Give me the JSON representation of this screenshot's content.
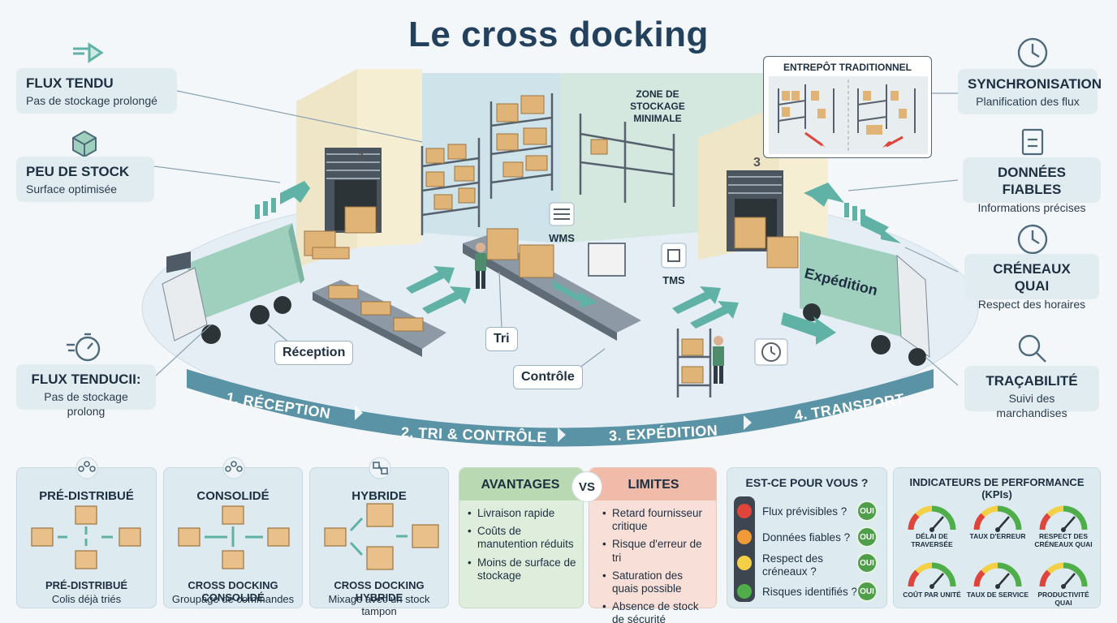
{
  "title": "Le cross docking",
  "left_cards": [
    {
      "title": "FLUX TENDU",
      "subtitle": "Pas de stockage prolongé"
    },
    {
      "title": "PEU DE STOCK",
      "subtitle": "Surface optimisée"
    },
    {
      "title": "FLUX TENDUCII:",
      "subtitle": "Pas de stockage prolong"
    }
  ],
  "right_cards": [
    {
      "title": "SYNCHRONISATION",
      "subtitle": "Planification des flux"
    },
    {
      "title": "DONNÉES FIABLES",
      "subtitle": "Informations précises"
    },
    {
      "title": "CRÉNEAUX QUAI",
      "subtitle": "Respect des horaires"
    },
    {
      "title": "TRAÇABILITÉ",
      "subtitle": "Suivi des marchandises"
    }
  ],
  "inset_title": "ENTREPÔT TRADITIONNEL",
  "scene": {
    "dock1": "1",
    "dock3": "3",
    "zone_label": "ZONE DE\nSTOCKAGE\nMINIMALE",
    "wms": "WMS",
    "tms": "TMS",
    "reception": "Réception",
    "tri": "Tri",
    "controle": "Contrôle",
    "expedition": "Expédition"
  },
  "steps": [
    "1. RÉCEPTION",
    "2. TRI & CONTRÔLE",
    "3. EXPÉDITION",
    "4. TRANSPORT"
  ],
  "types": [
    {
      "title": "PRÉ-DISTRIBUÉ",
      "caption": "PRÉ-DISTRIBUÉ",
      "sub": "Colis déjà triés"
    },
    {
      "title": "CONSOLIDÉ",
      "caption": "CROSS DOCKING CONSOLIDÉ",
      "sub": "Groupage de commandes"
    },
    {
      "title": "HYBRIDE",
      "caption": "CROSS DOCKING HYBRIDE",
      "sub": "Mixage avec un stock tampon"
    }
  ],
  "advantages": {
    "title": "AVANTAGES",
    "vs": "VS",
    "items": [
      "Livraison rapide",
      "Coûts de manutention réduits",
      "Moins de surface de stockage"
    ]
  },
  "limits": {
    "title": "LIMITES",
    "items": [
      "Retard fournisseur critique",
      "Risque d'erreur de tri",
      "Saturation des quais possible",
      "Absence de stock de sécurité"
    ]
  },
  "checklist": {
    "title": "EST-CE POUR VOUS ?",
    "questions": [
      "Flux prévisibles ?",
      "Données fiables ?",
      "Respect des créneaux ?",
      "Risques identifiés ?"
    ],
    "answer": "OUI",
    "light_colors": [
      "#e0453c",
      "#f19a38",
      "#f3d046",
      "#4fae4a"
    ]
  },
  "kpis": {
    "title": "INDICATEURS DE PERFORMANCE (KPIs)",
    "labels": [
      "DÉLAI DE TRAVERSÉE",
      "TAUX D'ERREUR",
      "RESPECT DES CRÉNEAUX QUAI",
      "COÛT PAR UNITÉ",
      "TAUX DE SERVICE",
      "PRODUCTIVITÉ QUAI"
    ]
  },
  "colors": {
    "title": "#23405d",
    "band": "#5b93a6",
    "green_panel": "#dfeedc",
    "red_panel": "#f8e0d9",
    "arrow": "#5fb2a5"
  }
}
